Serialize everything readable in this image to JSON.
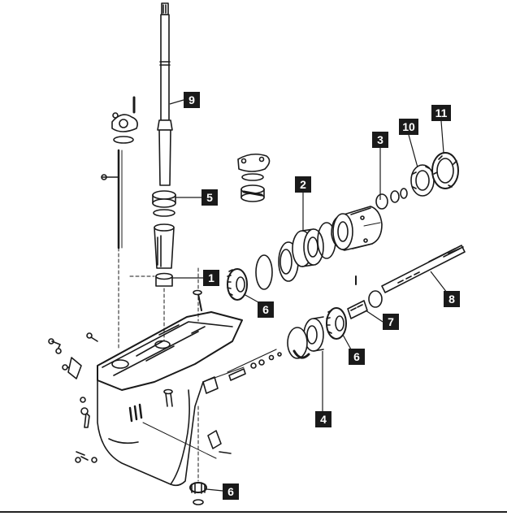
{
  "figure": "exploded view — outboard lower unit (gearcase)",
  "callouts": [
    {
      "id": "c9",
      "label": "9"
    },
    {
      "id": "c5",
      "label": "5"
    },
    {
      "id": "c1",
      "label": "1"
    },
    {
      "id": "c6a",
      "label": "6"
    },
    {
      "id": "c2",
      "label": "2"
    },
    {
      "id": "c3",
      "label": "3"
    },
    {
      "id": "c10",
      "label": "10"
    },
    {
      "id": "c11",
      "label": "11"
    },
    {
      "id": "c8",
      "label": "8"
    },
    {
      "id": "c7",
      "label": "7"
    },
    {
      "id": "c6b",
      "label": "6"
    },
    {
      "id": "c4",
      "label": "4"
    },
    {
      "id": "c6c",
      "label": "6"
    }
  ],
  "colors": {
    "ink": "#1a1a1a",
    "label_bg": "#1a1a1a",
    "label_fg": "#ffffff",
    "paper": "#ffffff"
  }
}
